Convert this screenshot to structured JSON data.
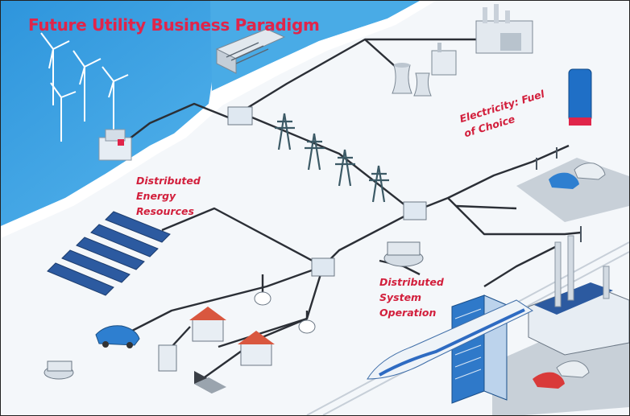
{
  "diagram": {
    "title": "Future Utility Business Paradigm",
    "labels": {
      "distributed_energy_resources": "Distributed\nEnergy\nResources",
      "electricity_fuel_of_choice": "Electricity: Fuel\nof Choice",
      "distributed_system_operation": "Distributed\nSystem\nOperation"
    },
    "colors": {
      "title": "#e0254a",
      "labels": "#d21f3c",
      "water": "#3ea3e3",
      "lines": "#2b2f36"
    },
    "icons": [
      "wind-turbine-icon",
      "hydro-dam-icon",
      "power-plant-icon",
      "factory-icon",
      "substation-icon",
      "transmission-tower-icon",
      "solar-panel-icon",
      "house-icon",
      "electric-car-icon",
      "ev-charger-icon",
      "battery-storage-icon",
      "smart-meter-icon",
      "office-building-icon",
      "high-speed-train-icon",
      "laptop-icon",
      "control-center-icon",
      "parking-lot-icon"
    ]
  }
}
